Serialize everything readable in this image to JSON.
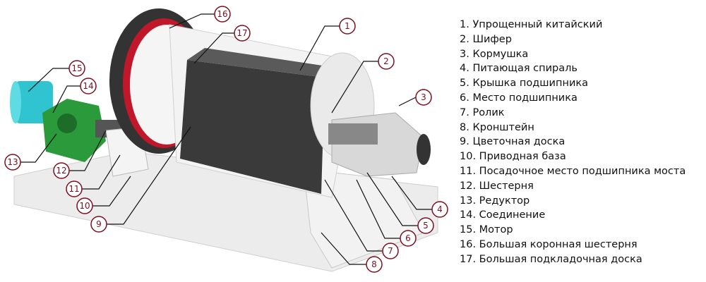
{
  "callouts": [
    "1",
    "2",
    "3",
    "4",
    "5",
    "6",
    "7",
    "8",
    "9",
    "10",
    "11",
    "12",
    "13",
    "14",
    "15",
    "16",
    "17"
  ],
  "legend": [
    "1. Упрощенный китайский",
    "2. Шифер",
    "3. Кормушка",
    "4. Питающая спираль",
    "5. Крышка подшипника",
    "6. Место подшипника",
    "7. Ролик",
    "8. Кронштейн",
    "9. Цветочная доска",
    "10. Приводная база",
    "11. Посадочное место подшипника моста",
    "12. Шестерня",
    "13. Редуктор",
    "14. Соединение",
    "15. Мотор",
    "16. Большая коронная шестерня",
    "17. Большая подкладочная доска"
  ],
  "colors": {
    "callout": "#7a1020",
    "motor": "#2fc4cf",
    "reducer": "#2a9a3a",
    "gear": "#333333",
    "liner": "#3a3a3a",
    "ring": "#c0182a"
  }
}
